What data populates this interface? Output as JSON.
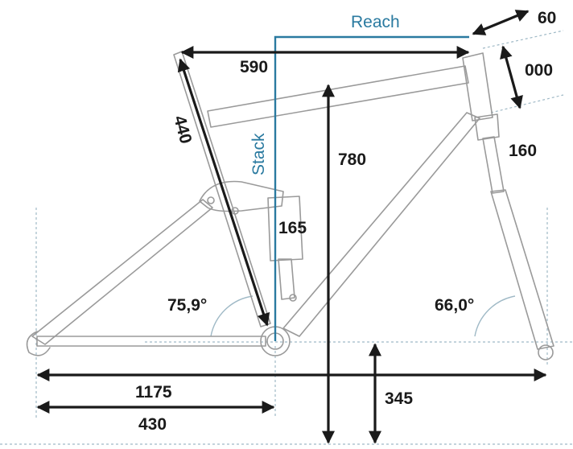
{
  "labels": {
    "reach": "Reach",
    "stack": "Stack",
    "offset_60": "60",
    "offset_000": "000",
    "top_tube": "590",
    "seat_tube": "440",
    "stack_height": "780",
    "head_tube": "160",
    "shock": "165",
    "seat_angle": "75,9°",
    "head_angle": "66,0°",
    "wheelbase": "1175",
    "chainstay": "430",
    "bb_drop": "345"
  },
  "colors": {
    "dimension": "#1a1a1a",
    "reach_stack": "#2a7aa0",
    "frame": "#9a9a9a",
    "guide": "#9fb9c6"
  }
}
